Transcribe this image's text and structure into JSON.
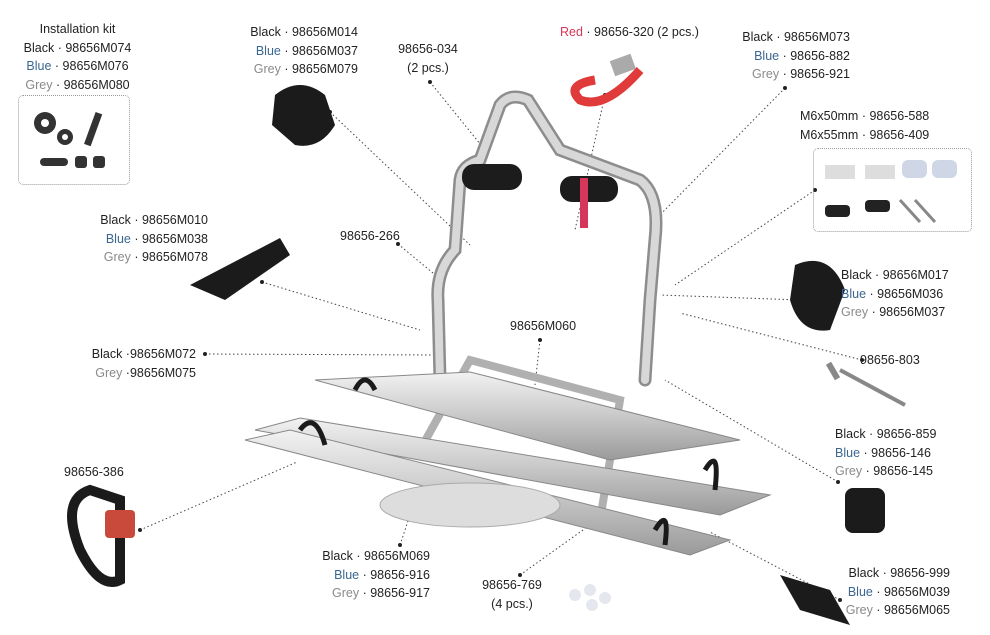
{
  "colors": {
    "black": "#222222",
    "blue": "#3a6690",
    "grey": "#8a8a8a",
    "red": "#d6365a"
  },
  "installation_kit": {
    "title": "Installation kit",
    "lines": [
      {
        "c": "Black",
        "code": "98656M074"
      },
      {
        "c": "Blue",
        "code": "98656M076"
      },
      {
        "c": "Grey",
        "code": "98656M080"
      }
    ]
  },
  "knob": [
    {
      "c": "Black",
      "code": "98656M014"
    },
    {
      "c": "Blue",
      "code": "98656M037"
    },
    {
      "c": "Grey",
      "code": "98656M079"
    }
  ],
  "tube_holder": {
    "code": "98656-034",
    "qty": "(2 pcs.)"
  },
  "strap": {
    "c": "Red",
    "code": "98656-320 (2 pcs.)"
  },
  "frame_top": [
    {
      "c": "Black",
      "code": "98656M073"
    },
    {
      "c": "Blue",
      "code": "98656-882"
    },
    {
      "c": "Grey",
      "code": "98656-921"
    }
  ],
  "bolts": [
    {
      "c": "M6x50mm",
      "code": "98656-588"
    },
    {
      "c": "M6x55mm",
      "code": "98656-409"
    }
  ],
  "wheel_holder": [
    {
      "c": "Black",
      "code": "98656M010"
    },
    {
      "c": "Blue",
      "code": "98656M038"
    },
    {
      "c": "Grey",
      "code": "98656M078"
    }
  ],
  "bracket": {
    "code": "98656-266"
  },
  "rotary_knob": [
    {
      "c": "Black",
      "code": "98656M017"
    },
    {
      "c": "Blue",
      "code": "98656M036"
    },
    {
      "c": "Grey",
      "code": "98656M037"
    }
  ],
  "crossbar": {
    "code": "98656M060"
  },
  "lower_clamp": [
    {
      "c": "Black",
      "code": "98656M072"
    },
    {
      "c": "Grey",
      "code": "98656M075"
    }
  ],
  "long_bolt": {
    "code": "98656-803"
  },
  "end_cap": [
    {
      "c": "Black",
      "code": "98656-859"
    },
    {
      "c": "Blue",
      "code": "98656-146"
    },
    {
      "c": "Grey",
      "code": "98656-145"
    }
  ],
  "wheel_strap": {
    "code": "98656-386"
  },
  "rail": [
    {
      "c": "Black",
      "code": "98656M069"
    },
    {
      "c": "Blue",
      "code": "98656-916"
    },
    {
      "c": "Grey",
      "code": "98656-917"
    }
  ],
  "feet": {
    "code": "98656-769",
    "qty": "(4 pcs.)"
  },
  "rail_end": [
    {
      "c": "Black",
      "code": "98656-999"
    },
    {
      "c": "Blue",
      "code": "98656M039"
    },
    {
      "c": "Grey",
      "code": "98656M065"
    }
  ]
}
